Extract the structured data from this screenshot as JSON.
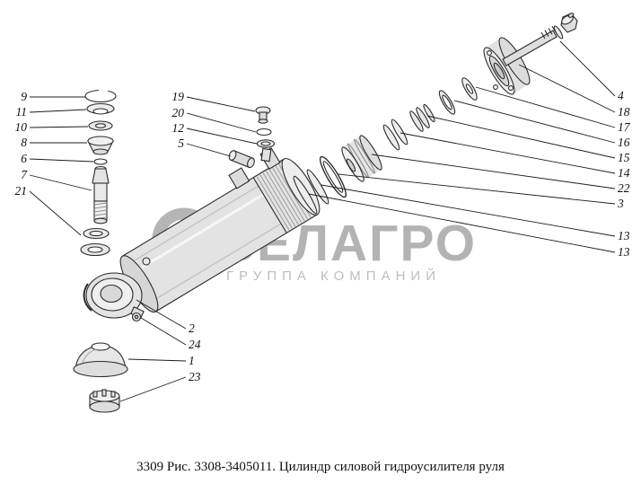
{
  "caption": "3309 Рис. 3308-3405011. Цилиндр силовой гидроусилителя руля",
  "watermark": {
    "brand": "БЕЛАГРО",
    "subtitle": "ГРУППА КОМПАНИЙ"
  },
  "callouts": [
    {
      "label": "9"
    },
    {
      "label": "11"
    },
    {
      "label": "10"
    },
    {
      "label": "8"
    },
    {
      "label": "6"
    },
    {
      "label": "7"
    },
    {
      "label": "21"
    },
    {
      "label": "19"
    },
    {
      "label": "20"
    },
    {
      "label": "12"
    },
    {
      "label": "5"
    },
    {
      "label": "4"
    },
    {
      "label": "18"
    },
    {
      "label": "17"
    },
    {
      "label": "16"
    },
    {
      "label": "15"
    },
    {
      "label": "14"
    },
    {
      "label": "22"
    },
    {
      "label": "3"
    },
    {
      "label": "13"
    },
    {
      "label": "13"
    },
    {
      "label": "2"
    },
    {
      "label": "24"
    },
    {
      "label": "1"
    },
    {
      "label": "23"
    }
  ]
}
